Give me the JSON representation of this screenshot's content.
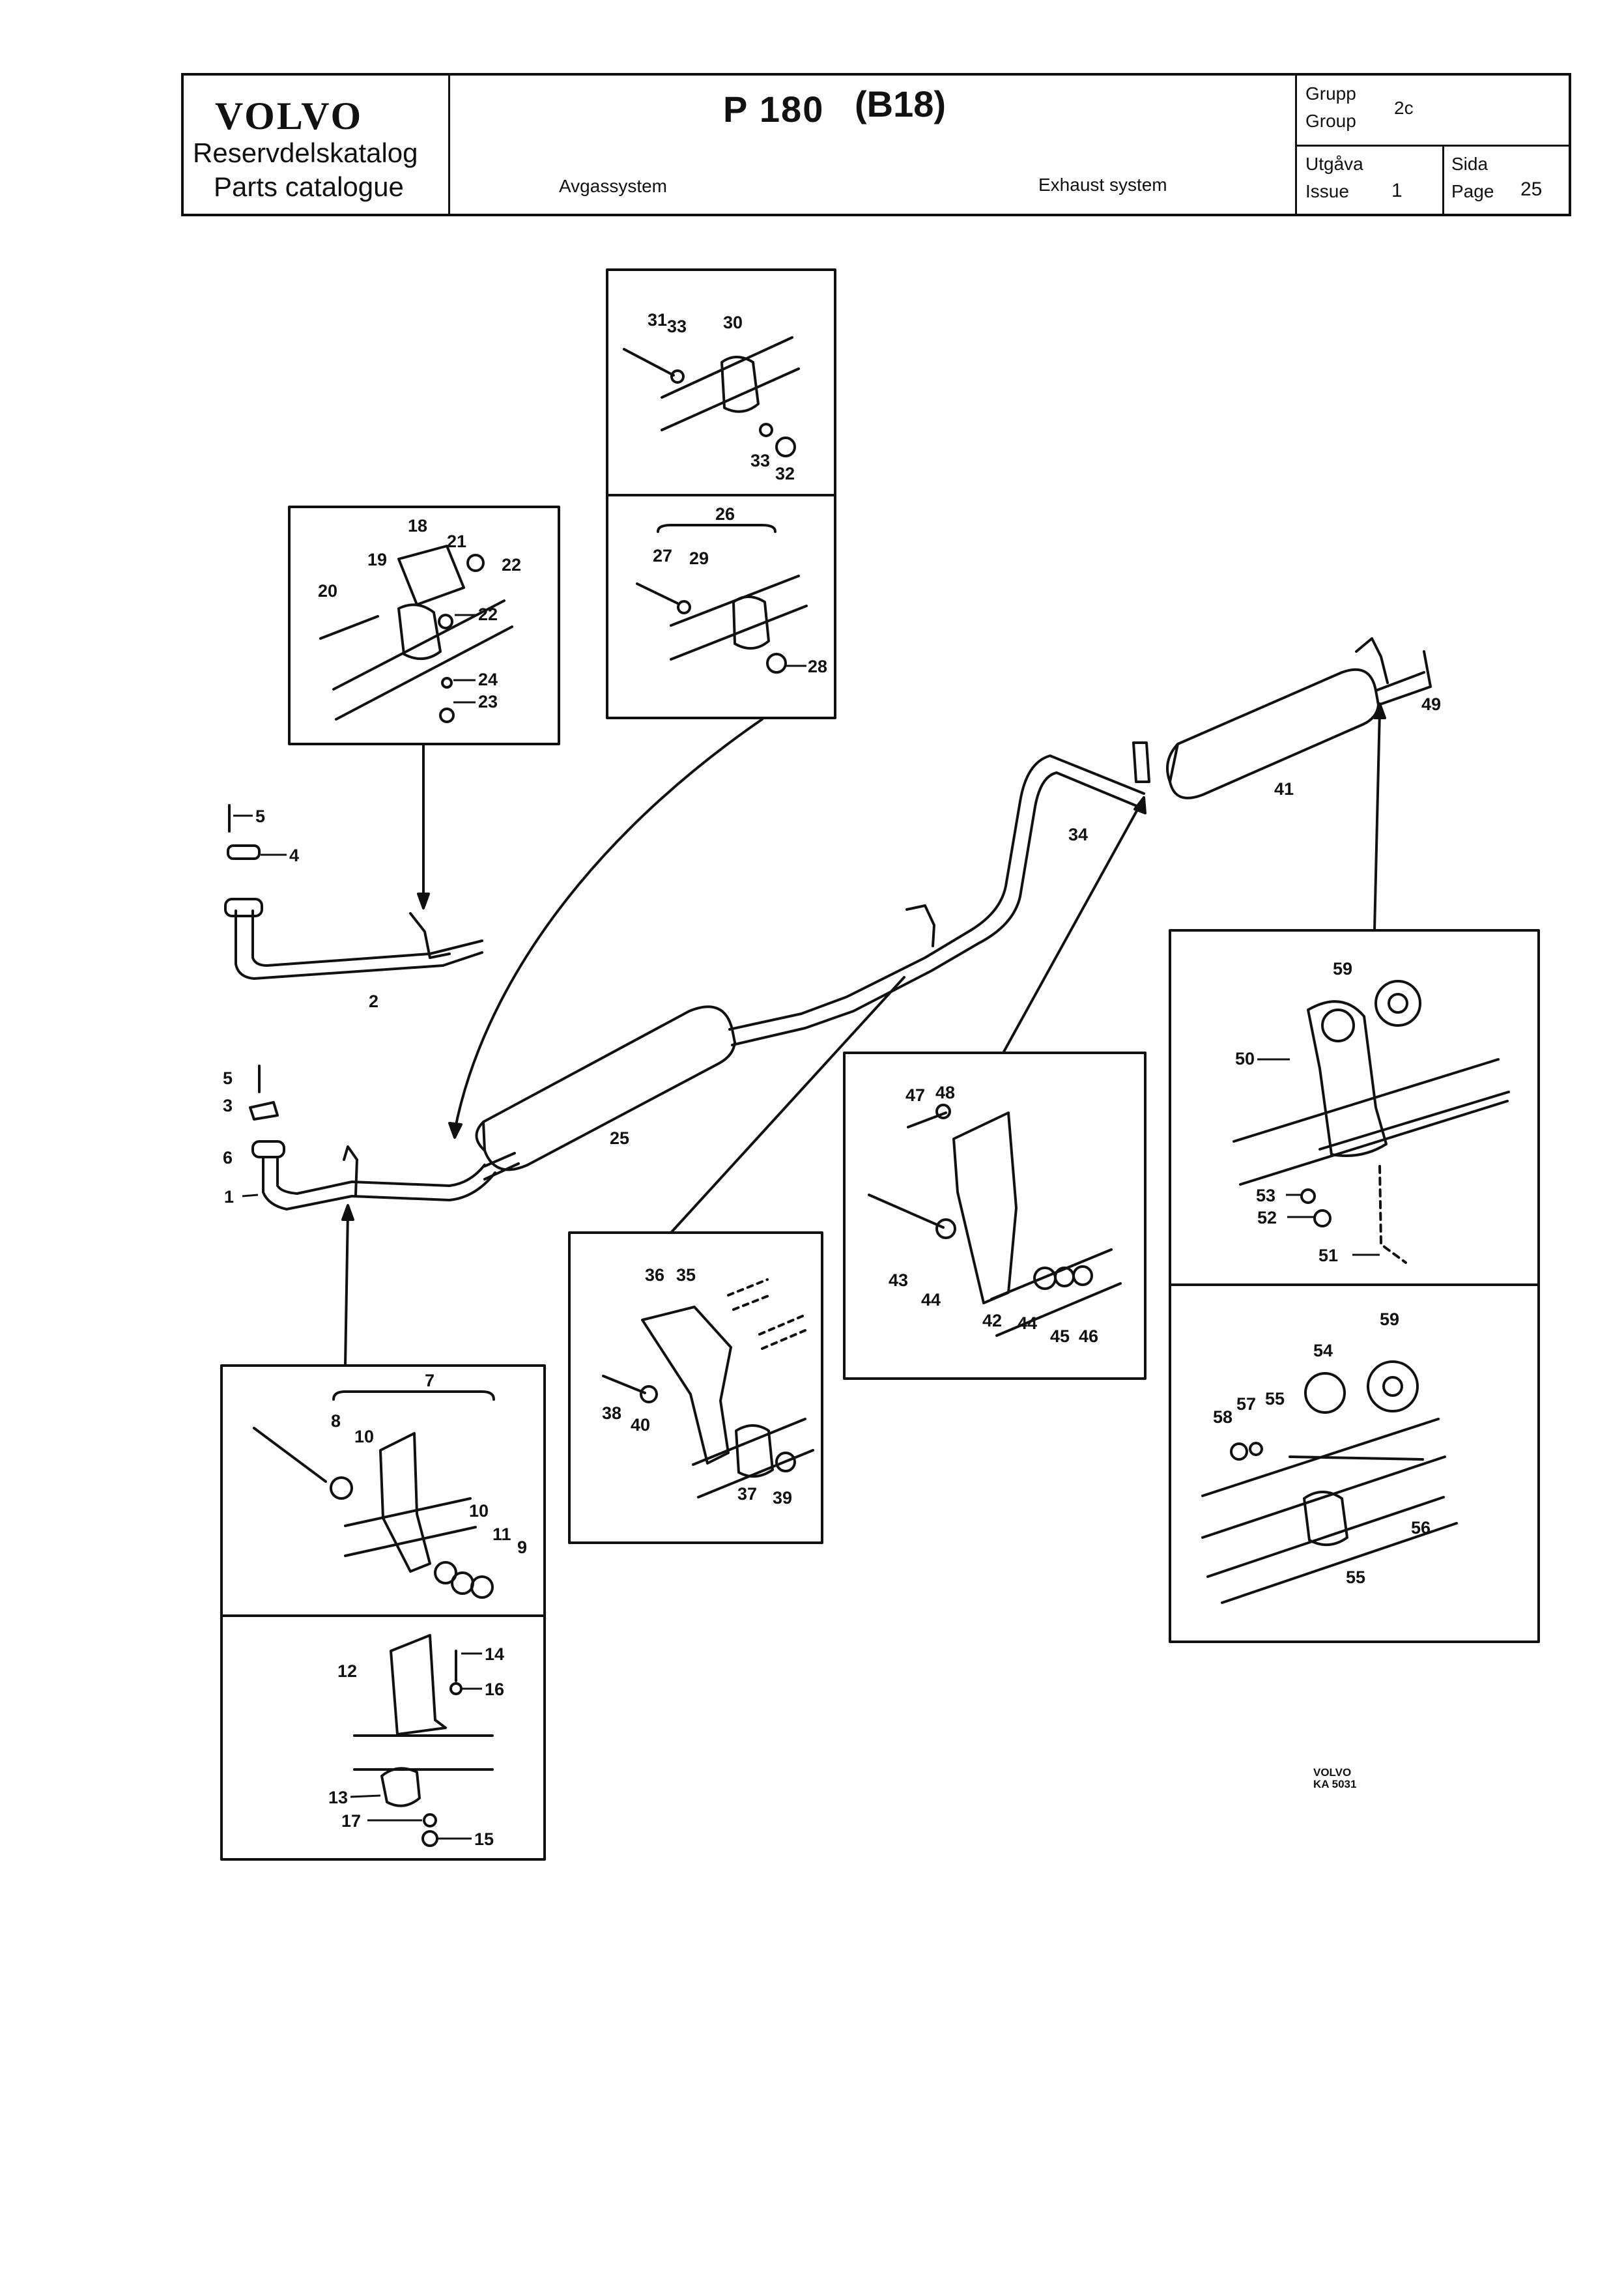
{
  "header": {
    "brand": "VOLVO",
    "catalog_sv": "Reservdelskatalog",
    "catalog_en": "Parts catalogue",
    "model": "P 180",
    "engine": "(B18)",
    "subtitle_sv": "Avgassystem",
    "subtitle_en": "Exhaust system",
    "group_label_sv": "Grupp",
    "group_label_en": "Group",
    "group_value": "2c",
    "issue_label_sv": "Utgåva",
    "issue_label_en": "Issue",
    "issue_value": "1",
    "page_label_sv": "Sida",
    "page_label_en": "Page",
    "page_value": "25"
  },
  "diagram": {
    "callouts": {
      "n1": "1",
      "n2": "2",
      "n3": "3",
      "n4": "4",
      "n5a": "5",
      "n5b": "5",
      "n6": "6",
      "n7": "7",
      "n8": "8",
      "n9": "9",
      "n10a": "10",
      "n10b": "10",
      "n11": "11",
      "n12": "12",
      "n13": "13",
      "n14": "14",
      "n15": "15",
      "n16": "16",
      "n17": "17",
      "n18": "18",
      "n19": "19",
      "n20": "20",
      "n21": "21",
      "n22a": "22",
      "n22b": "22",
      "n23": "23",
      "n24": "24",
      "n25": "25",
      "n26": "26",
      "n27": "27",
      "n28": "28",
      "n29": "29",
      "n30": "30",
      "n31": "31",
      "n32": "32",
      "n33a": "33",
      "n33b": "33",
      "n34": "34",
      "n35": "35",
      "n36": "36",
      "n37": "37",
      "n38": "38",
      "n39": "39",
      "n40": "40",
      "n41": "41",
      "n42": "42",
      "n43": "43",
      "n44a": "44",
      "n44b": "44",
      "n45": "45",
      "n46": "46",
      "n47": "47",
      "n48": "48",
      "n49": "49",
      "n50": "50",
      "n51": "51",
      "n52": "52",
      "n53": "53",
      "n54": "54",
      "n55a": "55",
      "n55b": "55",
      "n56": "56",
      "n57": "57",
      "n58": "58",
      "n59a": "59",
      "n59b": "59"
    }
  },
  "footer": {
    "mark_line1": "VOLVO",
    "mark_line2": "KA 5031"
  }
}
